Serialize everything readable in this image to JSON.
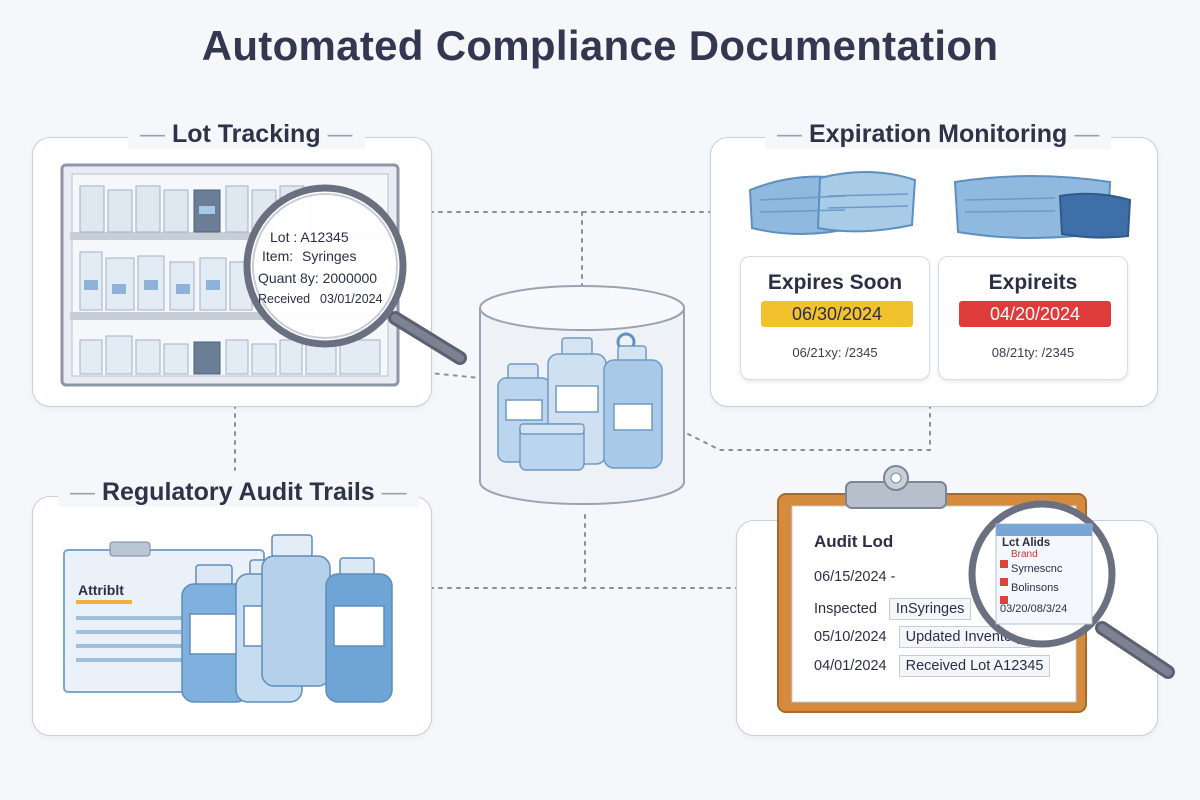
{
  "title": "Automated Compliance Documentation",
  "colors": {
    "accent_blue": "#5d93c9",
    "warning_yellow": "#f2c12e",
    "alert_red": "#de3b3b",
    "clipboard_orange": "#d58b3e"
  },
  "lot_tracking": {
    "title": "Lot Tracking",
    "magnifier": {
      "lot": "Lot : A12345",
      "item_label": "Item:",
      "item_value": "Syringes",
      "quantity": "Quant 8y: 2000000",
      "received_label": "Received",
      "received_date": "03/01/2024"
    }
  },
  "expiration_monitoring": {
    "title": "Expiration Monitoring",
    "cards": [
      {
        "status": "Expires Soon",
        "date": "06/30/2024",
        "id": "06/21xy: /2345",
        "badge_color": "#f2c12e"
      },
      {
        "status": "Expireits",
        "date": "04/20/2024",
        "id": "08/21ty: /2345",
        "badge_color": "#de3b3b"
      }
    ]
  },
  "regulatory_audit_trails": {
    "title": "Regulatory Audit Trails",
    "document_label": "Attriblt"
  },
  "audit_log": {
    "title": "Audit Lod",
    "entries": [
      {
        "date": "06/15/2024 -",
        "action": ""
      },
      {
        "date": "Inspected",
        "action": "InSyringes"
      },
      {
        "date": "05/10/2024",
        "action": "Updated Inventory"
      },
      {
        "date": "04/01/2024",
        "action": "Received Lot A12345"
      }
    ],
    "magnifier": {
      "title": "Lct Alids",
      "row1": "Brand",
      "row2": "Syrnescnc",
      "row3": "Bolinsons",
      "row4": "03/20/08/3/24"
    }
  }
}
